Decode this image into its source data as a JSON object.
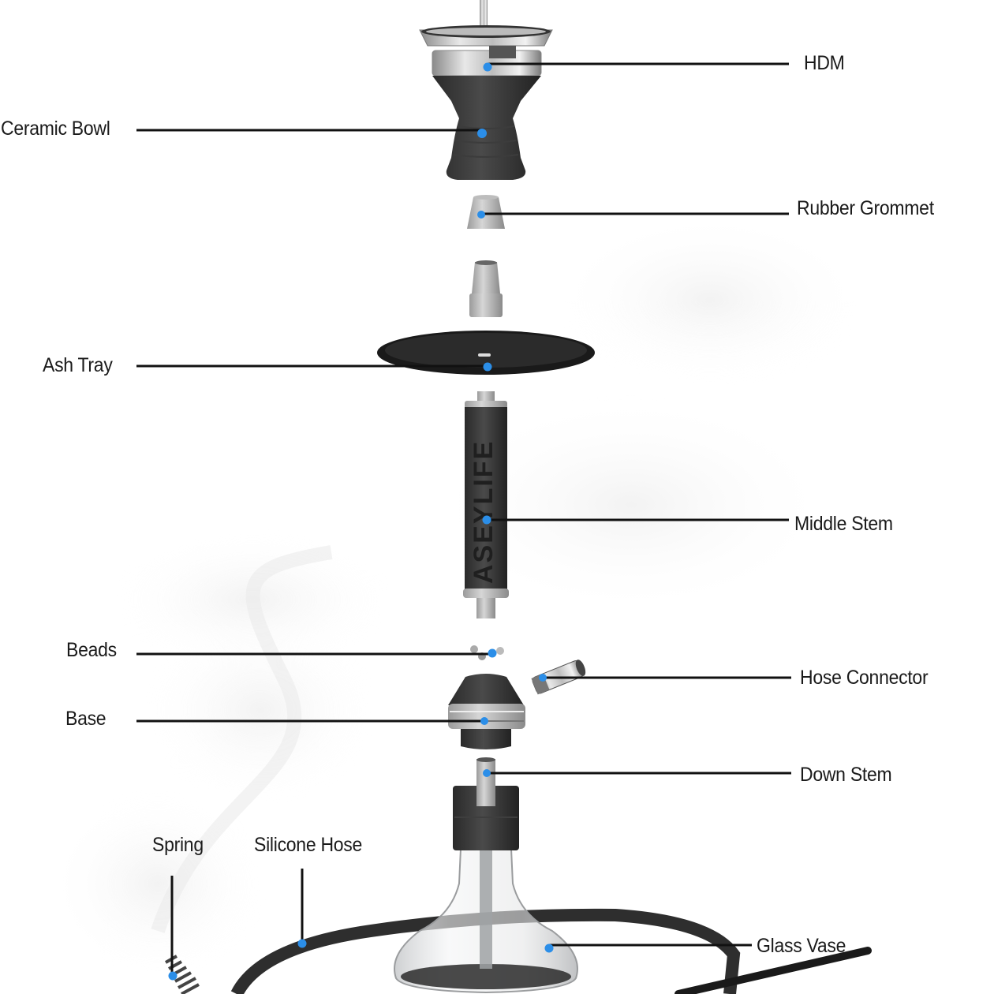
{
  "diagram": {
    "type": "exploded-view",
    "subject": "hookah assembly",
    "brand_mark": "ASEYLIFE",
    "marker_color": "#2b8ee8",
    "leader_color": "#111111",
    "labels": [
      {
        "id": "hdm",
        "text": "HDM",
        "side": "right"
      },
      {
        "id": "ceramic-bowl",
        "text": "Ceramic Bowl",
        "side": "left"
      },
      {
        "id": "rubber-grommet",
        "text": "Rubber Grommet",
        "side": "right"
      },
      {
        "id": "ash-tray",
        "text": "Ash Tray",
        "side": "left"
      },
      {
        "id": "middle-stem",
        "text": "Middle Stem",
        "side": "right"
      },
      {
        "id": "beads",
        "text": "Beads",
        "side": "left"
      },
      {
        "id": "hose-connector",
        "text": "Hose Connector",
        "side": "right"
      },
      {
        "id": "base",
        "text": "Base",
        "side": "left"
      },
      {
        "id": "down-stem",
        "text": "Down Stem",
        "side": "right"
      },
      {
        "id": "spring",
        "text": "Spring",
        "side": "top"
      },
      {
        "id": "silicone-hose",
        "text": "Silicone Hose",
        "side": "top"
      },
      {
        "id": "glass-vase",
        "text": "Glass Vase",
        "side": "right"
      }
    ]
  }
}
